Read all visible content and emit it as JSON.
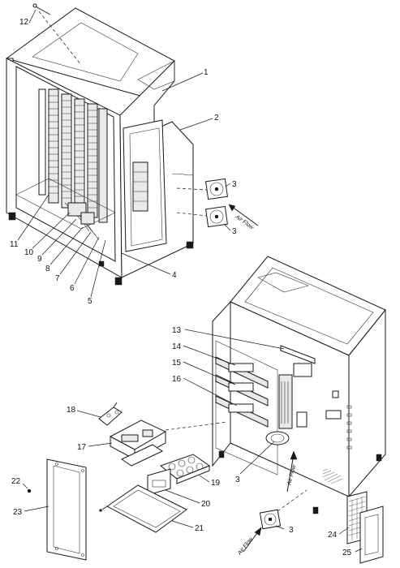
{
  "diagram": {
    "callouts": [
      {
        "id": "c1",
        "text": "1"
      },
      {
        "id": "c2",
        "text": "2"
      },
      {
        "id": "c3a",
        "text": "3"
      },
      {
        "id": "c3b",
        "text": "3"
      },
      {
        "id": "c4",
        "text": "4"
      },
      {
        "id": "c5",
        "text": "5"
      },
      {
        "id": "c6",
        "text": "6"
      },
      {
        "id": "c7",
        "text": "7"
      },
      {
        "id": "c8",
        "text": "8"
      },
      {
        "id": "c9",
        "text": "9"
      },
      {
        "id": "c10",
        "text": "10"
      },
      {
        "id": "c11",
        "text": "11"
      },
      {
        "id": "c12",
        "text": "12"
      },
      {
        "id": "c13",
        "text": "13"
      },
      {
        "id": "c14",
        "text": "14"
      },
      {
        "id": "c15",
        "text": "15"
      },
      {
        "id": "c16",
        "text": "16"
      },
      {
        "id": "c3c",
        "text": "3"
      },
      {
        "id": "c3d",
        "text": "3"
      },
      {
        "id": "c17",
        "text": "17"
      },
      {
        "id": "c18",
        "text": "18"
      },
      {
        "id": "c19",
        "text": "19"
      },
      {
        "id": "c20",
        "text": "20"
      },
      {
        "id": "c21",
        "text": "21"
      },
      {
        "id": "c22",
        "text": "22"
      },
      {
        "id": "c23",
        "text": "23"
      },
      {
        "id": "c24",
        "text": "24"
      },
      {
        "id": "c25",
        "text": "25"
      }
    ],
    "airflow_labels": [
      {
        "id": "af1",
        "text": "Air Flow"
      },
      {
        "id": "af2",
        "text": "Air Flow"
      },
      {
        "id": "af3",
        "text": "Air Flow"
      }
    ]
  }
}
